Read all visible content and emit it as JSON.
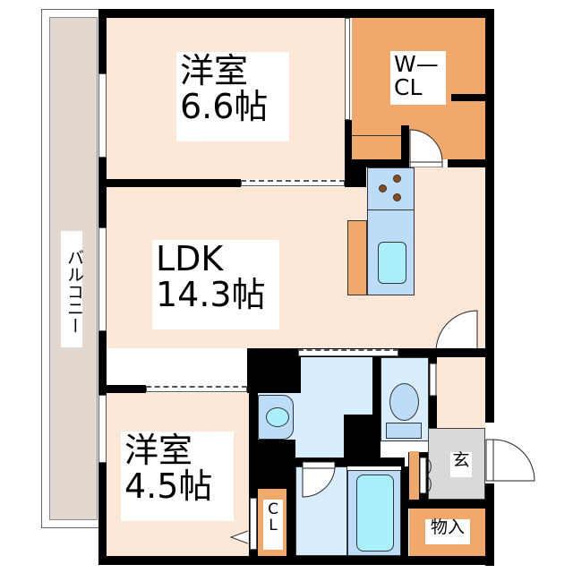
{
  "floorplan": {
    "rooms": {
      "bedroom1": {
        "name": "洋室",
        "size": "6.6帖"
      },
      "wcl": {
        "line1": "W—",
        "line2": "CL"
      },
      "ldk": {
        "name": "LDK",
        "size": "14.3帖"
      },
      "bedroom2": {
        "name": "洋室",
        "size": "4.5帖"
      },
      "closet": {
        "line1": "C",
        "line2": "L"
      },
      "entrance": {
        "name": "玄"
      },
      "storage": {
        "name": "物入"
      },
      "balcony": {
        "name": "バルコニー"
      }
    },
    "colors": {
      "room_floor": "#fde8d8",
      "storage_orange": "#f0a96a",
      "balcony": "#e2d8d0",
      "wet_area": "#d8eefc",
      "fixture_blue": "#bcdcf8",
      "basin_cyan": "#aaf0fa",
      "entrance_gray": "#d9d9d9",
      "wall": "#000000",
      "burner": "#8b4a1c"
    }
  }
}
